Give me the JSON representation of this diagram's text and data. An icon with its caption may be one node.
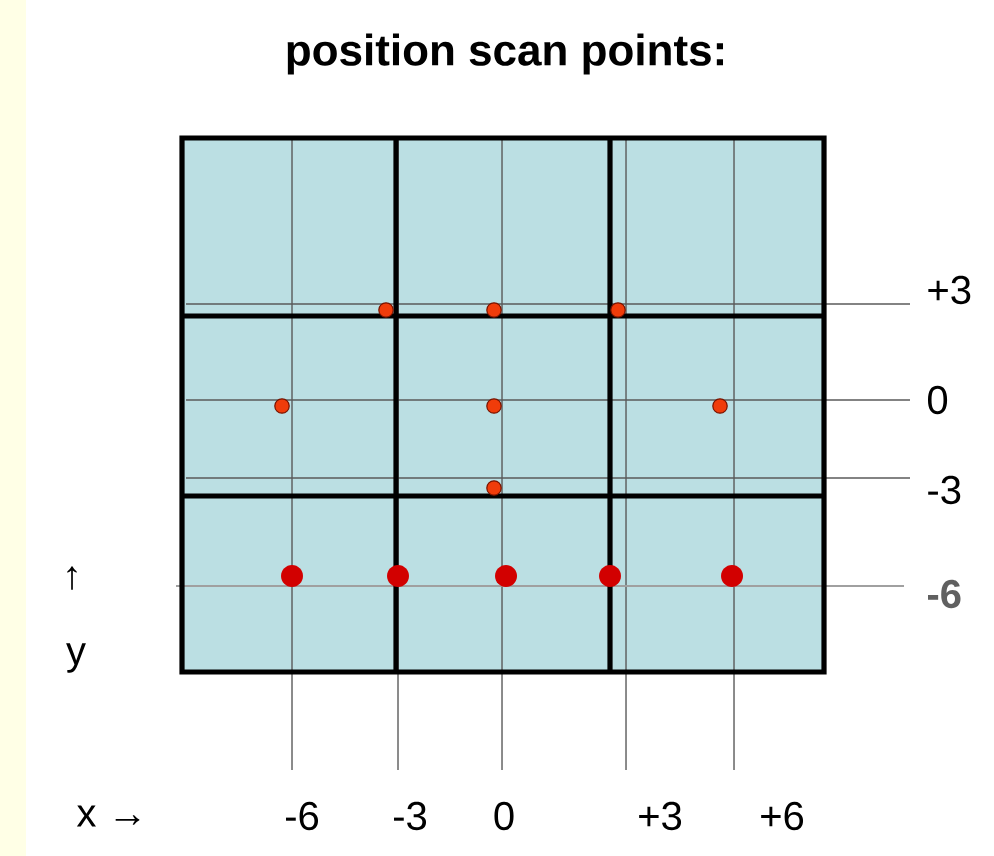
{
  "diagram": {
    "title": "position scan points:",
    "labels": [
      "+3",
      "0",
      "-3",
      "-6",
      "↑",
      "y",
      "x →",
      "-6",
      "-3",
      "0",
      "+3",
      "+6"
    ]
  }
}
